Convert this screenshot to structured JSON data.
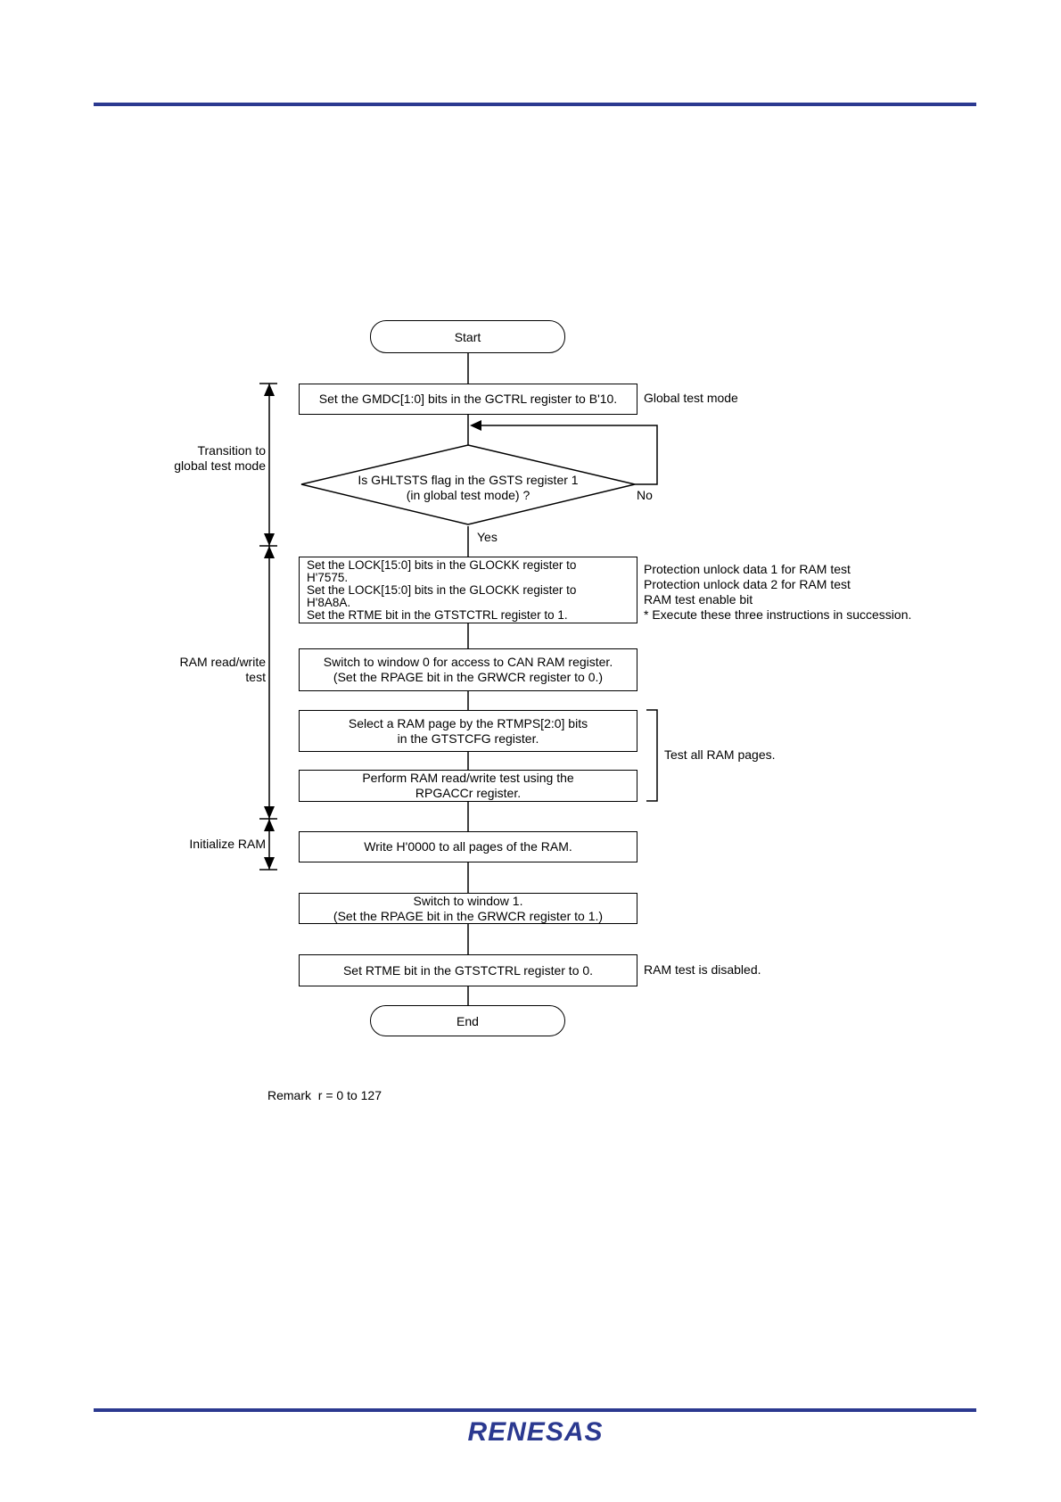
{
  "colors": {
    "rule": "#2b3990",
    "logo": "#2b3990"
  },
  "flow": {
    "start": "Start",
    "step1": "Set the GMDC[1:0] bits in the GCTRL register to B'10.",
    "decision_line1": "Is GHLTSTS flag in the GSTS register 1",
    "decision_line2": "(in global test mode) ?",
    "no": "No",
    "yes": "Yes",
    "step2_line1": "Set the LOCK[15:0] bits in the GLOCKK register to",
    "step2_line2": "H'7575.",
    "step2_line3": "Set the LOCK[15:0] bits in the GLOCKK register to",
    "step2_line4": "H'8A8A.",
    "step2_line5": "Set the RTME bit in the GTSTCTRL register to 1.",
    "step3_line1": "Switch to window 0 for access to CAN RAM register.",
    "step3_line2": "(Set the RPAGE bit in the GRWCR register to 0.)",
    "step4_line1": "Select a RAM page by the RTMPS[2:0] bits",
    "step4_line2": "in the GTSTCFG register.",
    "step5_line1": "Perform RAM read/write test using the",
    "step5_line2": "RPGACCr register.",
    "step6": "Write H'0000 to all pages of the RAM.",
    "step7_line1": "Switch to window 1.",
    "step7_line2": "(Set the RPAGE bit in the GRWCR register to 1.)",
    "step8": "Set RTME bit in the GTSTCTRL register to 0.",
    "end": "End"
  },
  "side_labels": {
    "transition_line1": "Transition to",
    "transition_line2": "global test mode",
    "ramtest_line1": "RAM read/write",
    "ramtest_line2": "test",
    "init": "Initialize RAM"
  },
  "notes": {
    "global_test_mode": "Global test mode",
    "unlock1": "Protection unlock data 1 for RAM test",
    "unlock2": "Protection unlock data 2 for RAM test",
    "enable_bit": "RAM test enable bit",
    "succession": "* Execute these three instructions in succession.",
    "test_all_pages": "Test all RAM pages.",
    "ram_disabled": "RAM test is disabled."
  },
  "remark": "Remark  r = 0 to 127",
  "logo_text": "RENESAS"
}
